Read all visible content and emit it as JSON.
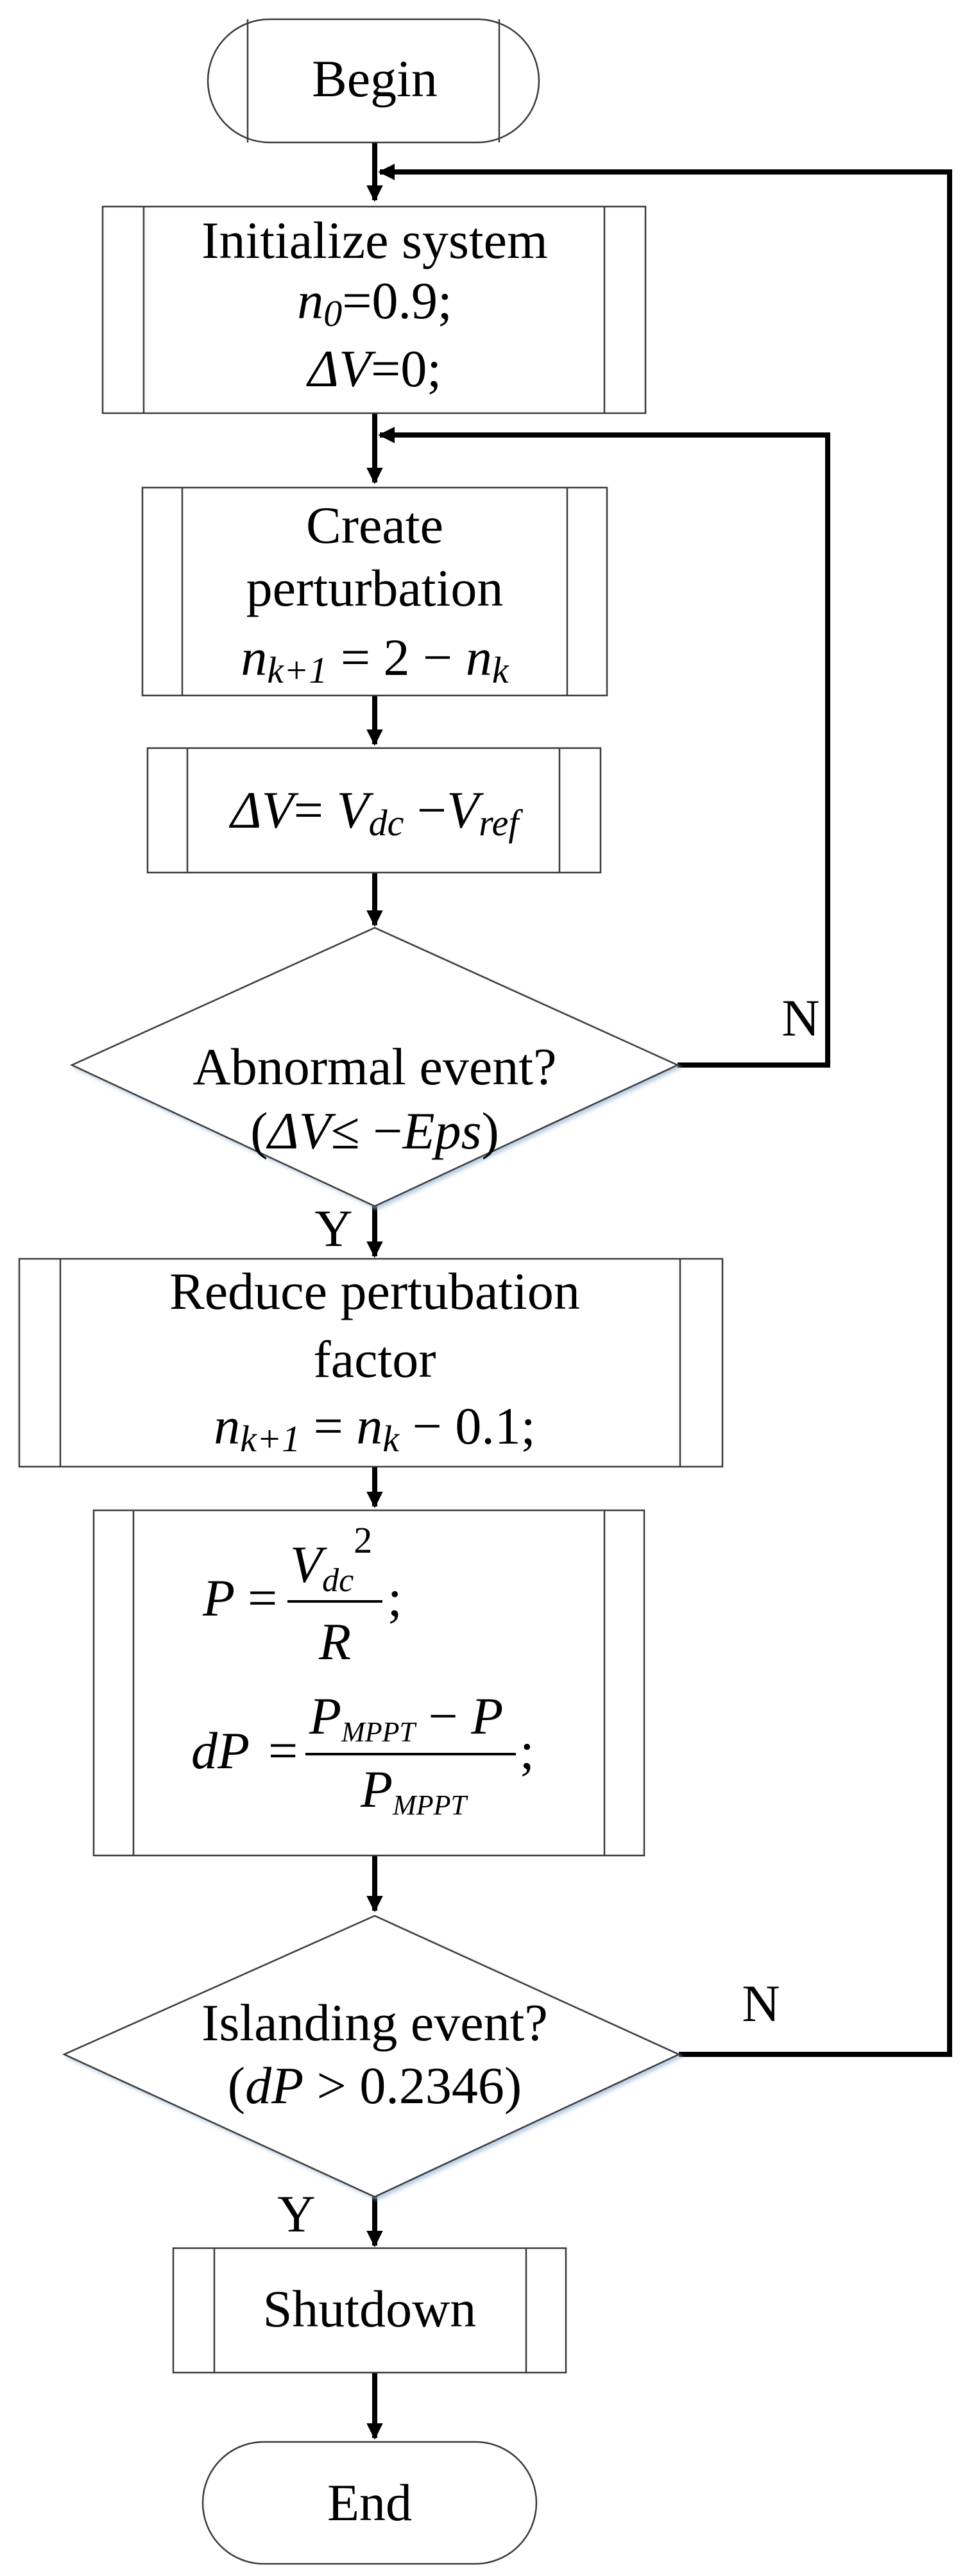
{
  "nodes": {
    "begin": {
      "label": "Begin"
    },
    "init": {
      "line1": "Initialize system",
      "n0_var": "n",
      "n0_sub": "0",
      "n0_rest": "=0.9;",
      "dv_var": "ΔV",
      "dv_rest": "=0;"
    },
    "perturb": {
      "line1": "Create",
      "line2": "perturbation",
      "lhs_var": "n",
      "lhs_sub": "k+1",
      "mid": " = 2 − ",
      "rhs_var": "n",
      "rhs_sub": "k"
    },
    "delta": {
      "dv_var": "ΔV",
      "eq": "= ",
      "v1": "V",
      "v1_sub": "dc",
      "minus": " −",
      "v2": "V",
      "v2_sub": "ref"
    },
    "abnormal": {
      "line1": "Abnormal event?",
      "open": "(",
      "dv_var": "ΔV",
      "op": "≤ −",
      "eps": "Eps",
      "close": ")"
    },
    "reduce": {
      "line1": "Reduce pertubation",
      "line2": "factor",
      "lhs_var": "n",
      "lhs_sub": "k+1",
      "mid": " = ",
      "rhs_var": "n",
      "rhs_sub": "k",
      "tail": " − 0.1;"
    },
    "power": {
      "p": "P",
      "eq": "=",
      "num_v": "V",
      "num_sub": "dc",
      "num_sup": "2",
      "den": "R",
      "semi": ";",
      "dp": "dP",
      "eq2": "=",
      "num2_a": "P",
      "num2_a_sub": "MPPT",
      "num2_op": " − ",
      "num2_b": "P",
      "den2": "P",
      "den2_sub": "MPPT",
      "semi2": ";"
    },
    "islanding": {
      "line1": "Islanding event?",
      "open": "(",
      "dp": "dP",
      "cond": " > 0.2346)"
    },
    "shutdown": {
      "label": "Shutdown"
    },
    "end": {
      "label": "End"
    }
  },
  "edge_labels": {
    "abnormal_no": "N",
    "abnormal_yes": "Y",
    "islanding_no": "N",
    "islanding_yes": "Y"
  }
}
